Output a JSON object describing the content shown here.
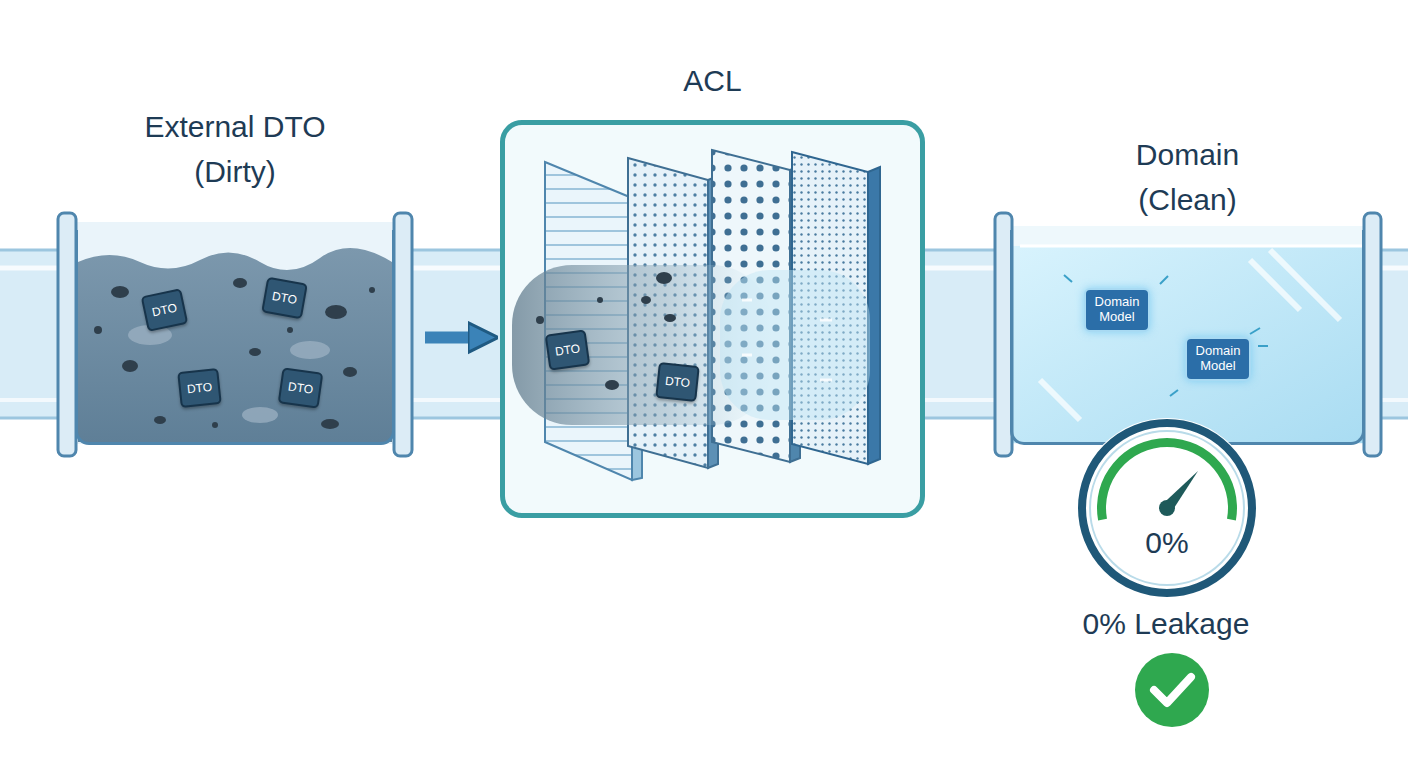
{
  "diagram": {
    "nodes": [
      {
        "text": [
          "External DTO (Dirty)"
        ]
      },
      {
        "text": [
          "DTO"
        ],
        "in": 0
      },
      {
        "text": [
          "DTO"
        ],
        "in": 0
      },
      {
        "text": [
          "DTO"
        ],
        "in": 0
      },
      {
        "text": [
          "DTO"
        ],
        "in": 0
      },
      {
        "text": [
          "ACL"
        ]
      },
      {
        "text": [
          "DTO"
        ],
        "in": 5
      },
      {
        "text": [
          "DTO"
        ],
        "in": 5
      },
      {
        "text": [
          "Domain (Clean)"
        ]
      },
      {
        "text": [
          "Domain Model"
        ],
        "in": 8
      },
      {
        "text": [
          "Domain Model"
        ],
        "in": 8
      },
      {
        "text": [
          "0%"
        ]
      }
    ],
    "edges": [
      {
        "from": 0,
        "to": 5,
        "arrow": "to"
      }
    ],
    "labels": [
      "0% Leakage"
    ]
  }
}
